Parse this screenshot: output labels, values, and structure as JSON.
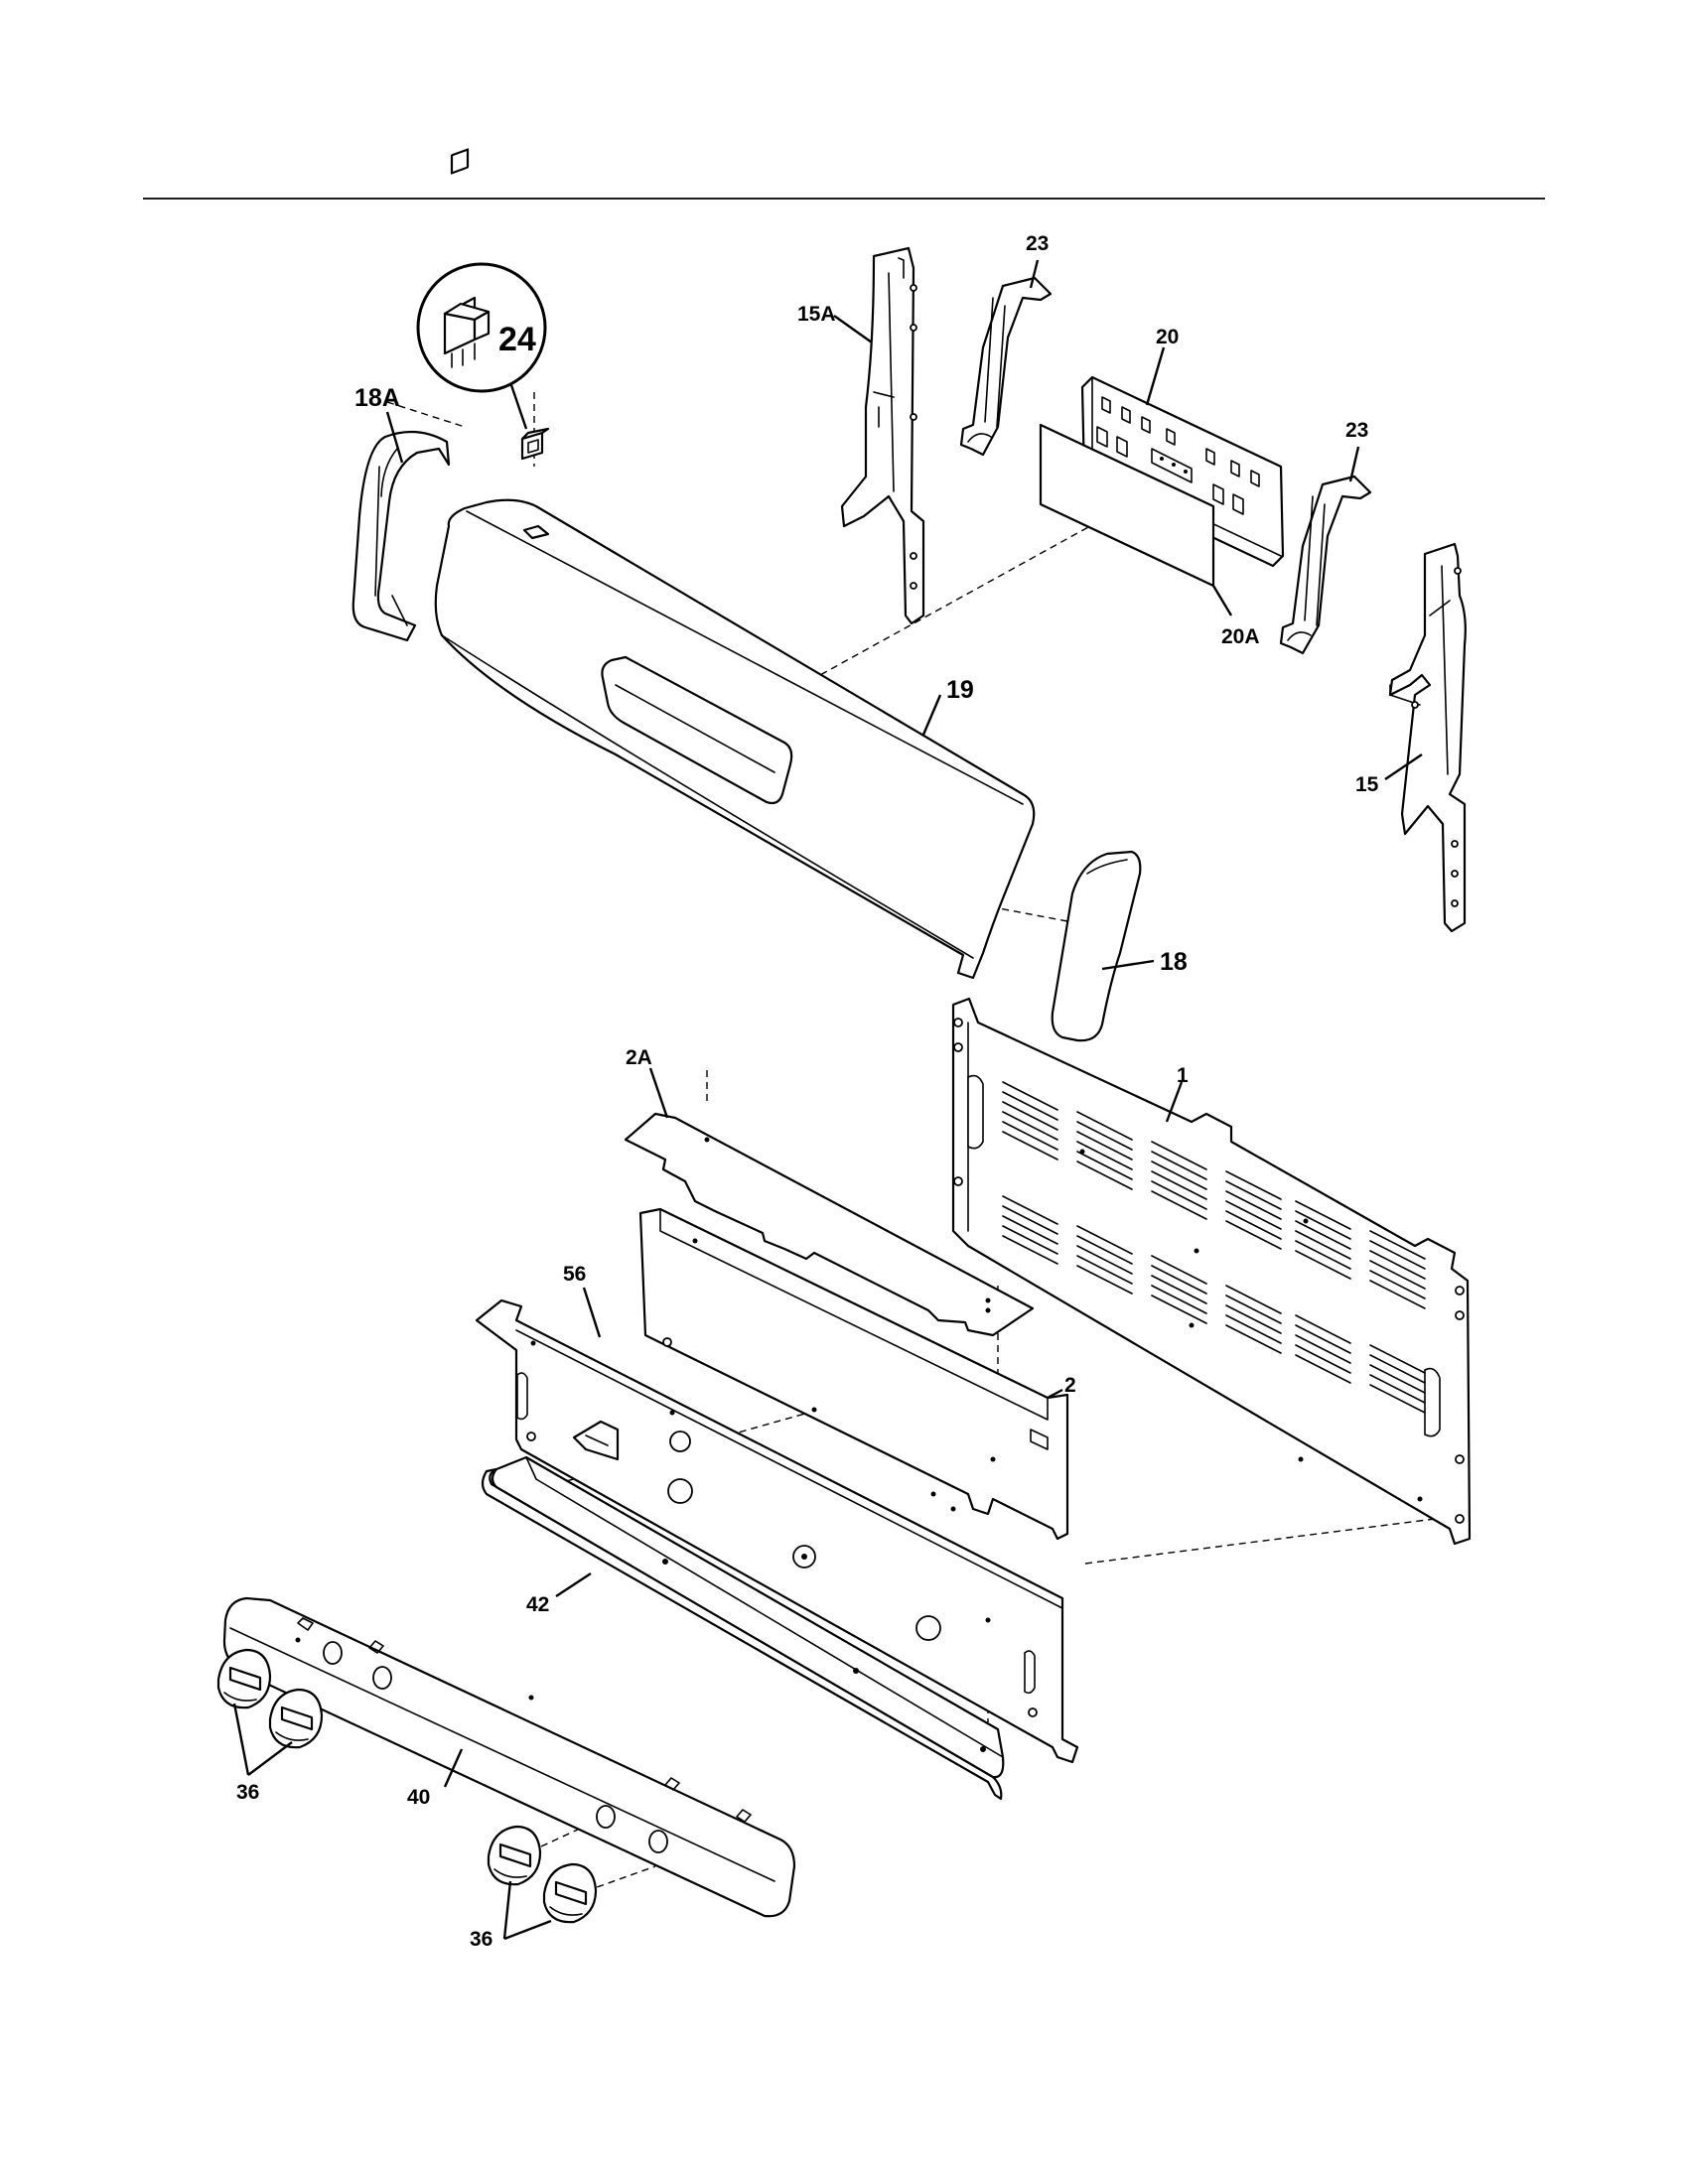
{
  "labels": {
    "p1": "1",
    "p2": "2",
    "p2a": "2A",
    "p15": "15",
    "p15a": "15A",
    "p18": "18",
    "p18a": "18A",
    "p19": "19",
    "p20": "20",
    "p20a": "20A",
    "p23a": "23",
    "p23b": "23",
    "p24": "24",
    "p36a": "36",
    "p36b": "36",
    "p40": "40",
    "p42": "42",
    "p56": "56"
  },
  "colors": {
    "line": "#000000",
    "background": "#ffffff"
  }
}
